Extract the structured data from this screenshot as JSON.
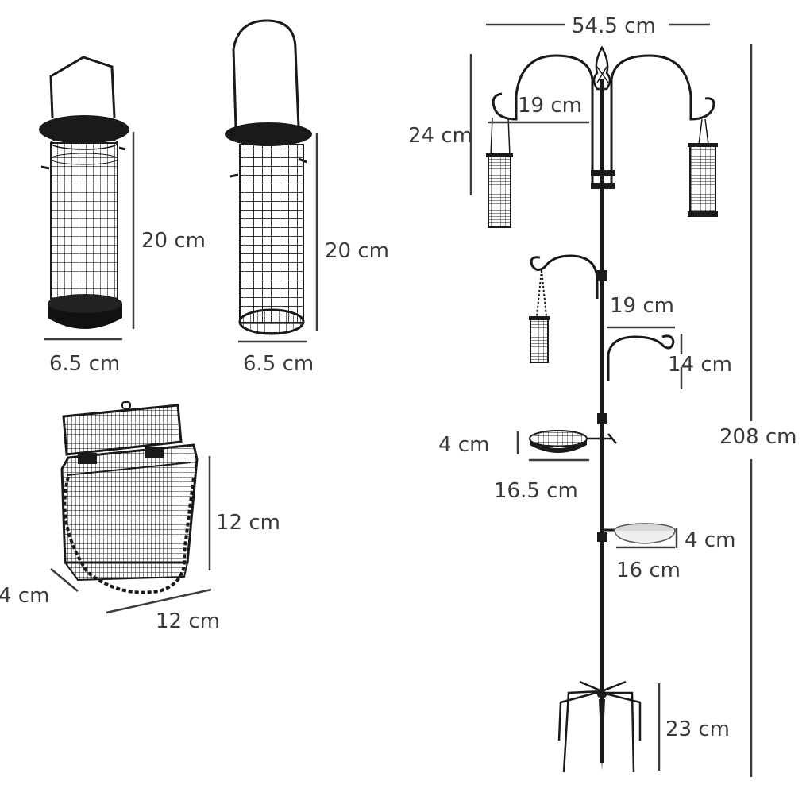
{
  "colors": {
    "ink": "#1a1a1a",
    "dimension_line": "#3c3c3c",
    "label": "#3a3a3a",
    "dish": "#d8d8d8"
  },
  "feeders": {
    "tube_feeder_1": {
      "height": "20 cm",
      "width": "6.5 cm"
    },
    "tube_feeder_2": {
      "height": "20 cm",
      "width": "6.5 cm"
    },
    "suet_cage": {
      "height": "12 cm",
      "depth": "4 cm",
      "width": "12 cm"
    }
  },
  "pole": {
    "top_width": "54.5 cm",
    "hook_drop": "24 cm",
    "upper_arm": "19 cm",
    "middle_arm": "19 cm",
    "lower_arm": "14 cm",
    "tray_height": "4 cm",
    "tray_width": "16.5 cm",
    "dish_height": "4 cm",
    "dish_width": "16 cm",
    "total_height": "208 cm",
    "stake_height": "23 cm"
  }
}
